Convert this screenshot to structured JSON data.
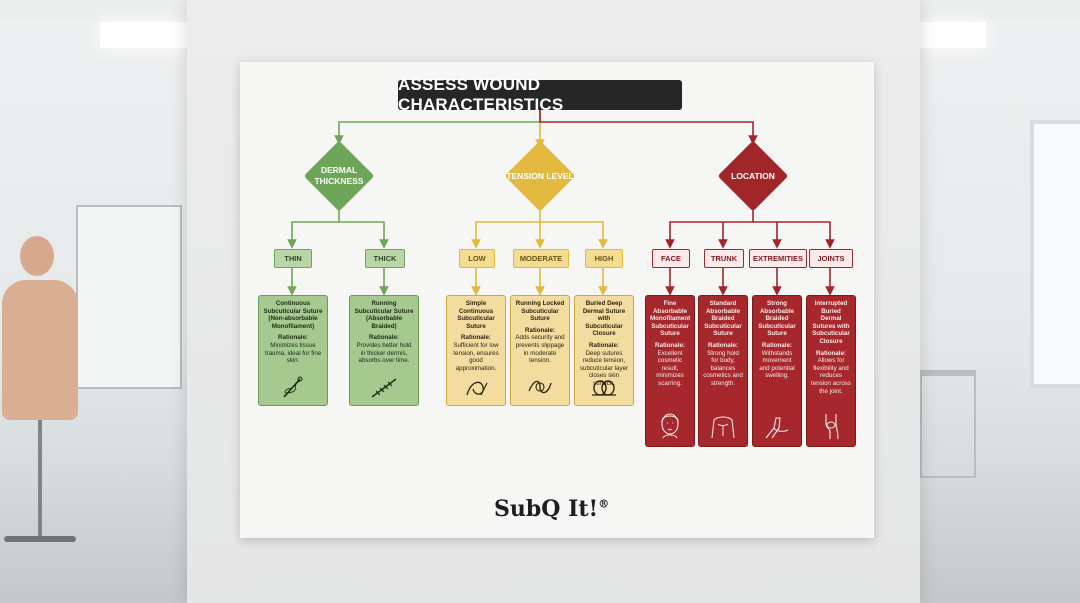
{
  "title": "ASSESS WOUND CHARACTERISTICS",
  "colors": {
    "green": "#6fa558",
    "yellow": "#e3b93f",
    "red": "#a0262a"
  },
  "decisions": [
    {
      "label": "DERMAL THICKNESS",
      "color": "green",
      "options": [
        {
          "label": "THIN",
          "card": {
            "title": "Continuous Subcuticular Suture (Non-absorbable Monofilament)",
            "rationale_label": "Rationale:",
            "rationale": "Minimizes tissue trauma, ideal for fine skin.",
            "icon": "needle-thread-icon"
          }
        },
        {
          "label": "THICK",
          "card": {
            "title": "Running Subcuticular Suture (Absorbable Braided)",
            "rationale_label": "Rationale:",
            "rationale": "Provides better hold in thicker dermis, absorbs over time.",
            "icon": "braided-suture-icon"
          }
        }
      ]
    },
    {
      "label": "TENSION LEVEL",
      "color": "yellow",
      "options": [
        {
          "label": "LOW",
          "card": {
            "title": "Simple Continuous Subcuticular Suture",
            "rationale_label": "Rationale:",
            "rationale": "Sufficient for low tension, ensures good approximation.",
            "icon": "suture-curve-icon"
          }
        },
        {
          "label": "MODERATE",
          "card": {
            "title": "Running Locked Subcuticular Suture",
            "rationale_label": "Rationale:",
            "rationale": "Adds security and prevents slippage in moderate tension.",
            "icon": "locked-suture-icon"
          }
        },
        {
          "label": "HIGH",
          "card": {
            "title": "Buried Deep Dermal Suture with Subcuticular Closure",
            "rationale_label": "Rationale:",
            "rationale": "Deep sutures reduce tension, subcuticular layer closes skin surface.",
            "icon": "knot-icon"
          }
        }
      ]
    },
    {
      "label": "LOCATION",
      "color": "red",
      "options": [
        {
          "label": "FACE",
          "card": {
            "title": "Fine Absorbable Monofilament Subcuticular Suture",
            "rationale_label": "Rationale:",
            "rationale": "Excellent cosmetic result, minimizes scarring.",
            "icon": "face-icon"
          }
        },
        {
          "label": "TRUNK",
          "card": {
            "title": "Standard Absorbable Braided Subcuticular Suture",
            "rationale_label": "Rationale:",
            "rationale": "Strong hold for body, balances cosmetics and strength.",
            "icon": "torso-icon"
          }
        },
        {
          "label": "EXTREMITIES",
          "card": {
            "title": "Strong Absorbable Braided Subcuticular Suture",
            "rationale_label": "Rationale:",
            "rationale": "Withstands movement and potential swelling.",
            "icon": "arm-icon"
          }
        },
        {
          "label": "JOINTS",
          "card": {
            "title": "Interrupted Buried Dermal Sutures with Subcuticular Closure",
            "rationale_label": "Rationale:",
            "rationale": "Allows for flexibility and reduces tension across the joint.",
            "icon": "knee-icon"
          }
        }
      ]
    }
  ],
  "logo": {
    "text": "SubQ It!",
    "mark": "®"
  }
}
